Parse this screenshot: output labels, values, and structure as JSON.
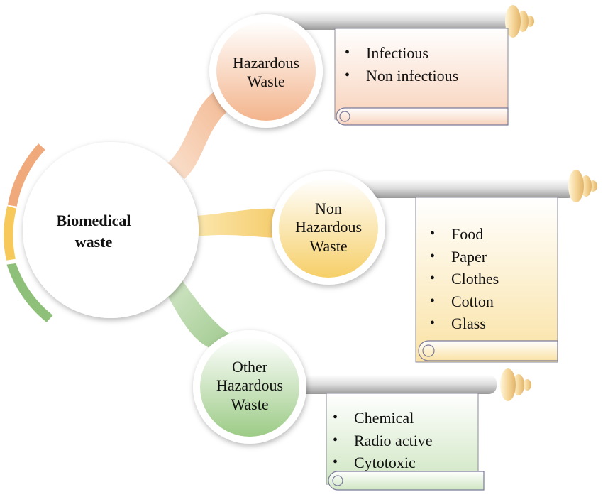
{
  "center": {
    "line1": "Biomedical",
    "line2": "waste"
  },
  "categories": [
    {
      "label_lines": [
        "Hazardous",
        "Waste"
      ],
      "color": "#f0a97a",
      "items": [
        "Infectious",
        "Non infectious"
      ]
    },
    {
      "label_lines": [
        "Non",
        "Hazardous",
        "Waste"
      ],
      "color": "#f6c95a",
      "items": [
        "Food",
        "Paper",
        "Clothes",
        "Cotton",
        "Glass"
      ]
    },
    {
      "label_lines": [
        "Other",
        "Hazardous",
        "Waste"
      ],
      "color": "#8fc07a",
      "items": [
        "Chemical",
        "Radio active",
        "Cytotoxic"
      ]
    }
  ]
}
